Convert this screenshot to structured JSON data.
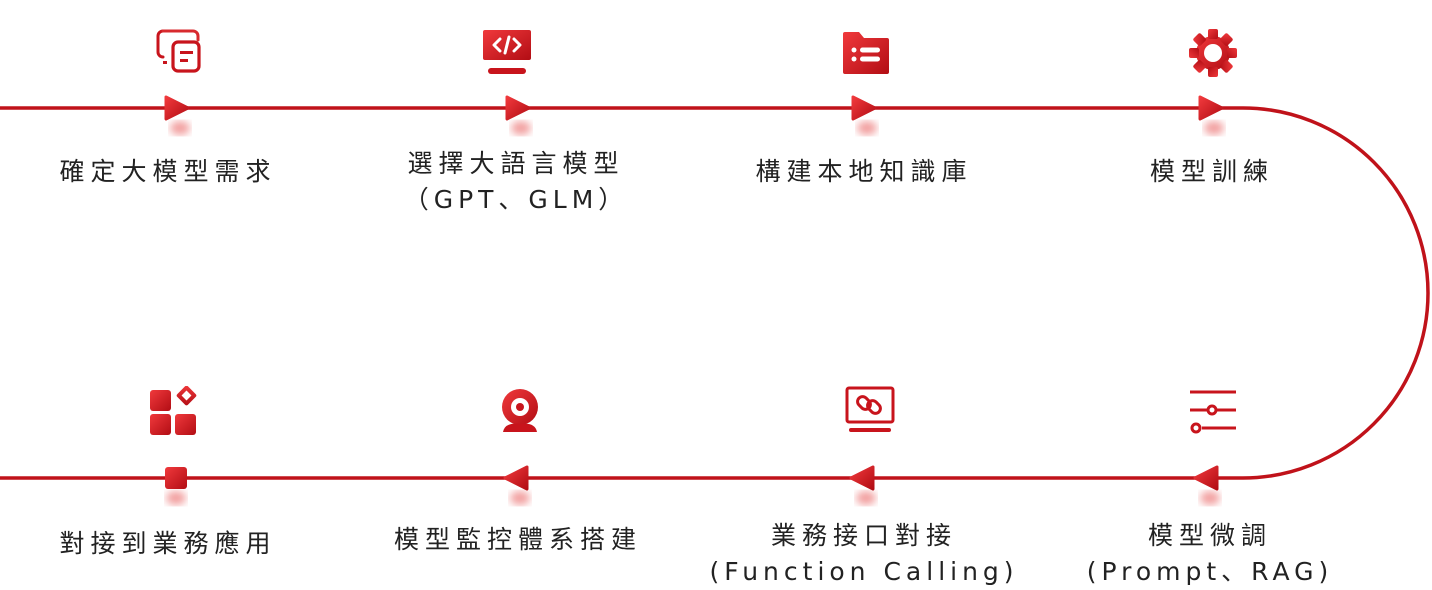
{
  "colors": {
    "accent": "#c8141c",
    "text": "#222222"
  },
  "steps": [
    {
      "label": "確定大模型需求",
      "sub": "",
      "icon": "chat-document-icon",
      "marker": "arrow-right"
    },
    {
      "label": "選擇大語言模型",
      "sub": "（GPT、GLM）",
      "icon": "code-monitor-icon",
      "marker": "arrow-right"
    },
    {
      "label": "構建本地知識庫",
      "sub": "",
      "icon": "folder-list-icon",
      "marker": "arrow-right"
    },
    {
      "label": "模型訓練",
      "sub": "",
      "icon": "gear-icon",
      "marker": "arrow-right"
    },
    {
      "label": "模型微調",
      "sub": "(Prompt、RAG)",
      "icon": "sliders-icon",
      "marker": "arrow-left"
    },
    {
      "label": "業務接口對接",
      "sub": "(Function Calling)",
      "icon": "link-monitor-icon",
      "marker": "arrow-left"
    },
    {
      "label": "模型監控體系搭建",
      "sub": "",
      "icon": "webcam-icon",
      "marker": "arrow-left"
    },
    {
      "label": "對接到業務應用",
      "sub": "",
      "icon": "apps-grid-icon",
      "marker": "square"
    }
  ]
}
